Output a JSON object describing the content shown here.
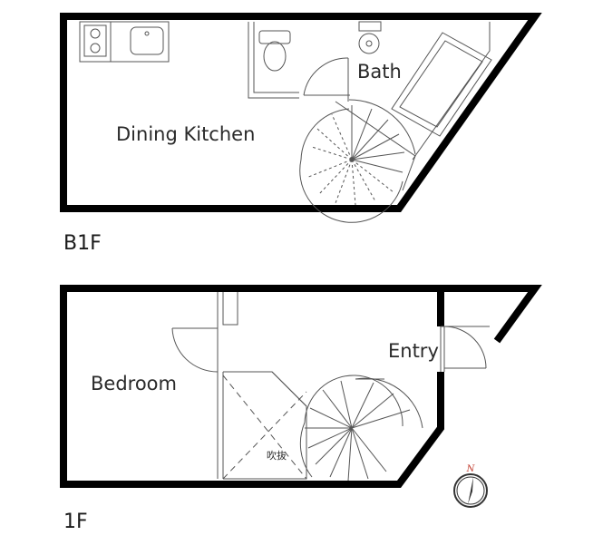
{
  "floors": {
    "b1f": {
      "label": "B1F",
      "rooms": {
        "dining_kitchen": "Dining Kitchen",
        "bath": "Bath"
      }
    },
    "f1": {
      "label": "1F",
      "rooms": {
        "bedroom": "Bedroom",
        "entry": "Entry",
        "void": "吹抜"
      }
    }
  },
  "compass": {
    "label": "N",
    "needle_color": "#c0392b"
  },
  "colors": {
    "wall": "#000000",
    "line": "#555555",
    "background": "#ffffff"
  }
}
